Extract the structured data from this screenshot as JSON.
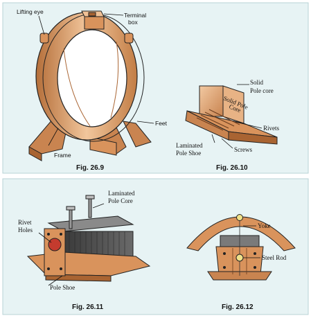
{
  "figures": {
    "fig_26_9": {
      "caption": "Fig. 26.9",
      "labels": {
        "lifting_eye": "Lifting eye",
        "terminal": "Terminal",
        "box": "box",
        "feet": "Feet",
        "frame": "Frame"
      }
    },
    "fig_26_10": {
      "caption": "Fig. 26.10",
      "labels": {
        "solid": "Solid",
        "pole_core": "Pole core",
        "diag1": "Solid Pole",
        "diag2": "Core",
        "rivets": "Rivets",
        "screws": "Screws",
        "laminated": "Laminated",
        "pole_shoe": "Pole Shoe"
      }
    },
    "fig_26_11": {
      "caption": "Fig. 26.11",
      "labels": {
        "laminated": "Laminated",
        "pole_core": "Pole Core",
        "rivet": "Rivet",
        "holes": "Holes",
        "pole_shoe": "Pole Shoe"
      }
    },
    "fig_26_12": {
      "caption": "Fig. 26.12",
      "labels": {
        "yoke": "Yoke",
        "steel_rod": "Steel Rod"
      }
    }
  },
  "colors": {
    "copper": "#d9935c",
    "copper_light": "#f0c196",
    "copper_dark": "#a96432",
    "panel_bg": "#e7f3f4"
  }
}
